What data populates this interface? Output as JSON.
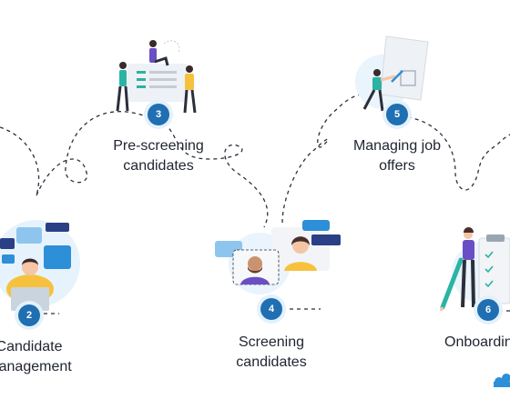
{
  "steps": [
    {
      "number": "2",
      "line1": "Candidate",
      "line2": "management"
    },
    {
      "number": "3",
      "line1": "Pre-screening",
      "line2": "candidates"
    },
    {
      "number": "4",
      "line1": "Screening",
      "line2": "candidates"
    },
    {
      "number": "5",
      "line1": "Managing job",
      "line2": "offers"
    },
    {
      "number": "6",
      "line1": "Onboarding",
      "line2": ""
    }
  ],
  "colors": {
    "badge": "#1f6fb2",
    "accent_blue": "#2d8fd8",
    "light_blue": "#dbeefb",
    "yellow": "#f6c23e",
    "purple": "#6a4fc4",
    "teal": "#2bb3a3",
    "path": "#2b2f3a"
  },
  "icons": [
    "chat-bubbles-icon",
    "laptop-icon",
    "checklist-icon",
    "video-call-icon",
    "document-icon",
    "clipboard-icon",
    "pencil-icon",
    "logo-icon"
  ]
}
